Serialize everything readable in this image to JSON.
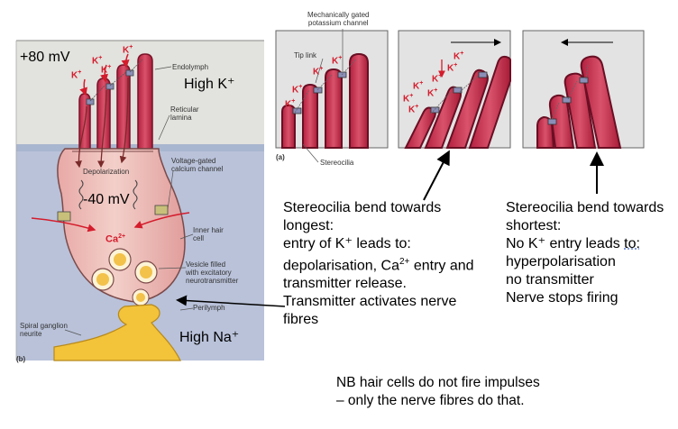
{
  "panel_b": {
    "voltage_top": "+80 mV",
    "voltage_mid": "-40 mV",
    "high_k": "High K⁺",
    "high_na": "High Na⁺",
    "label_endolymph": "Endolymph",
    "label_reticular": [
      "Reticular",
      "lamina"
    ],
    "label_vgcc": [
      "Voltage-gated",
      "calcium channel"
    ],
    "label_depol": "Depolarization",
    "label_ihc": [
      "Inner hair",
      "cell"
    ],
    "label_vesicle": [
      "Vesicle filled",
      "with excitatory",
      "neurotransmitter"
    ],
    "label_perilymph": "Perilymph",
    "label_spiral": [
      "Spiral ganglion",
      "neurite"
    ],
    "panel_letter": "(b)",
    "k_label": "K",
    "ca_label": "Ca",
    "ca_charge": "2+"
  },
  "panel_a": {
    "label_mgpc": [
      "Mechanically gated",
      "potassium channel"
    ],
    "label_tiplink": "Tip link",
    "label_stereocilia": "Stereocilia",
    "panel_letter": "(a)"
  },
  "text_left": {
    "line1": "Stereocilia bend towards",
    "line2": "longest:",
    "line3": "entry of K⁺ leads to:",
    "line4a": "depolarisation, Ca",
    "line4sup": "2+",
    "line4b": " entry and",
    "line5": "transmitter release.",
    "line6": "Transmitter activates nerve",
    "line7": "fibres"
  },
  "text_right": {
    "line1": "Stereocilia bend towards",
    "line2": "shortest:",
    "line3a": "No K⁺ entry leads ",
    "line3b": "to:",
    "line4": "hyperpolarisation",
    "line5": "no transmitter",
    "line6": "Nerve stops firing"
  },
  "note": {
    "line1": "NB hair cells do not fire impulses",
    "line2": "– only the nerve fibres do that."
  },
  "colors": {
    "endolymph_bg": "#e2e2de",
    "perilymph_bg": "#b9c2d9",
    "cell": "#ebbcb8",
    "stereocilia": "#c8304c",
    "k_text": "#d41c2c",
    "neurite": "#f3c33a"
  }
}
